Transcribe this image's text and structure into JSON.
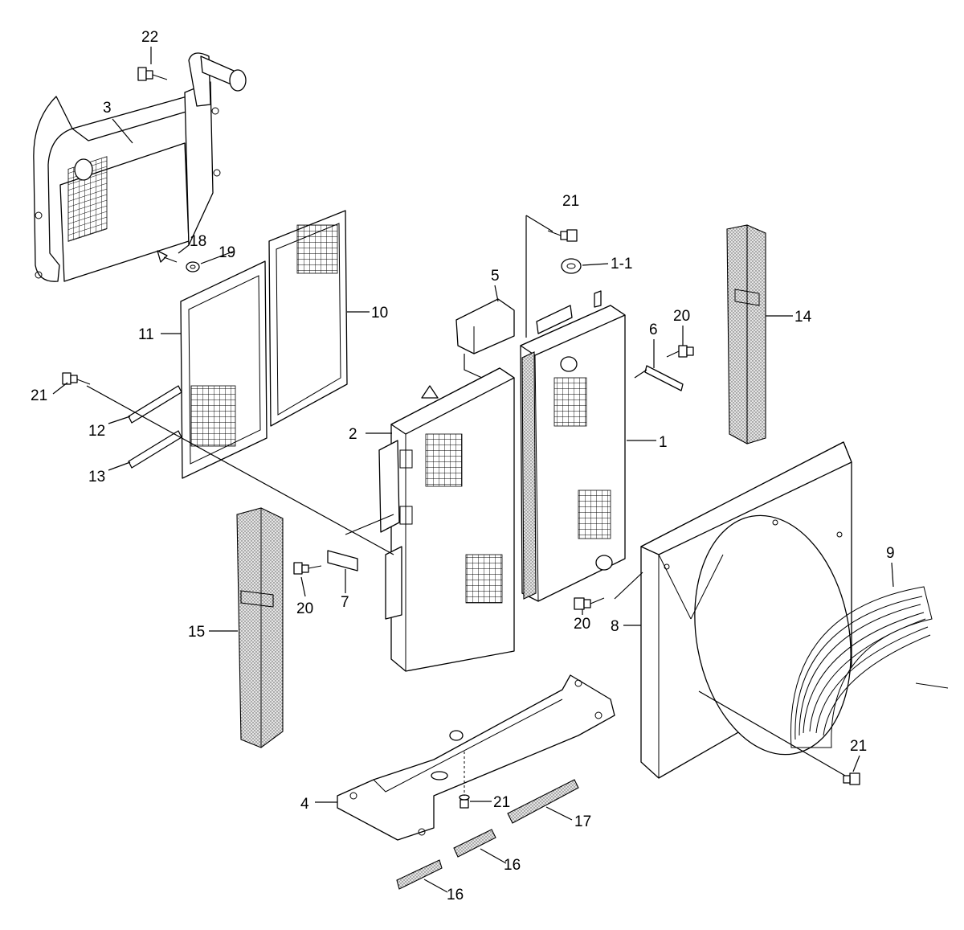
{
  "callouts": {
    "c22": "22",
    "c3": "3",
    "c21a": "21",
    "c18": "18",
    "c19": "19",
    "c11": "11",
    "c10": "10",
    "c5": "5",
    "c1_1": "1-1",
    "c20a": "20",
    "c6": "6",
    "c14": "14",
    "c21b": "21",
    "c12": "12",
    "c2": "2",
    "c1": "1",
    "c13": "13",
    "c9": "9",
    "c15": "15",
    "c20b": "20",
    "c7": "7",
    "c8": "8",
    "c20c": "20",
    "c21c": "21",
    "c4": "4",
    "c21d": "21",
    "c17": "17",
    "c16a": "16",
    "c16b": "16"
  },
  "colors": {
    "line": "#000000",
    "background": "#ffffff",
    "foam": "#d9d9d9"
  }
}
